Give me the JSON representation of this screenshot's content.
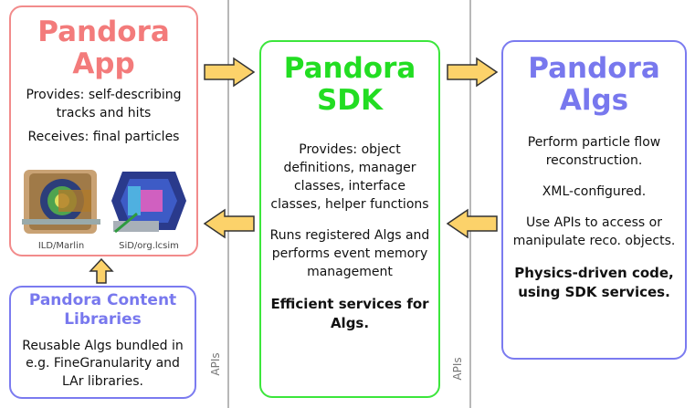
{
  "app": {
    "title_line1": "Pandora",
    "title_line2": "App",
    "provides": "Provides: self-describing tracks and hits",
    "receives": "Receives: final particles",
    "image_labels": [
      "ILD/Marlin",
      "SiD/org.lcsim"
    ]
  },
  "sdk": {
    "title_line1": "Pandora",
    "title_line2": "SDK",
    "provides": "Provides: object definitions, manager classes, interface classes, helper functions",
    "runs": "Runs registered Algs and performs event memory management",
    "bold": "Efficient services for Algs."
  },
  "algs": {
    "title_line1": "Pandora",
    "title_line2": "Algs",
    "perform": "Perform particle flow reconstruction.",
    "xml": "XML-configured.",
    "use": "Use APIs to access or manipulate reco. objects.",
    "bold": "Physics-driven code, using SDK services."
  },
  "lib": {
    "title": "Pandora Content Libraries",
    "text": "Reusable Algs bundled in e.g. FineGranularity and LAr libraries."
  },
  "apis_label": "APIs",
  "colors": {
    "app": "#f37b7b",
    "sdk": "#22dd22",
    "algs": "#7878ee",
    "arrow_fill": "#fcd26a",
    "arrow_stroke": "#333333"
  }
}
